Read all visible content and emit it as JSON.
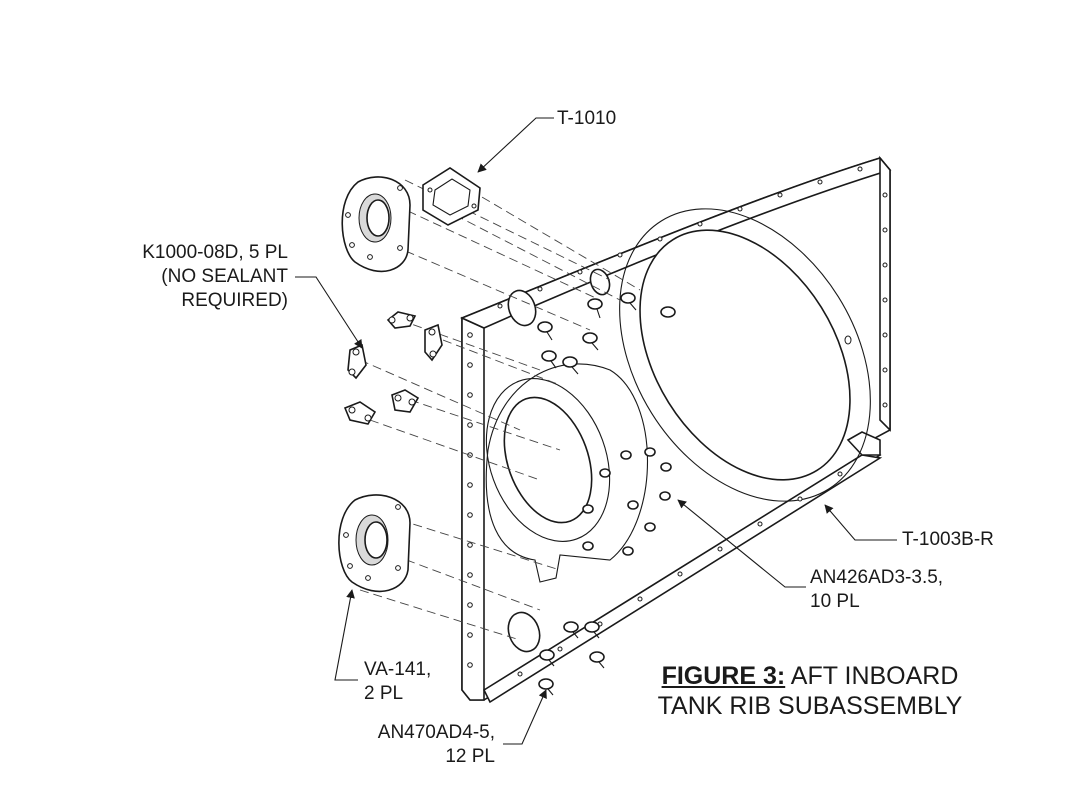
{
  "callouts": {
    "t1010": "T-1010",
    "k1000": [
      "K1000-08D, 5 PL",
      "(NO SEALANT",
      "REQUIRED)"
    ],
    "t1003b": "T-1003B-R",
    "an426": [
      "AN426AD3-3.5,",
      "10 PL"
    ],
    "va141": [
      "VA-141,",
      "2 PL"
    ],
    "an470": [
      "AN470AD4-5,",
      "12 PL"
    ]
  },
  "figure": {
    "label": "FIGURE 3:",
    "title_line1": "AFT INBOARD",
    "title_line2": "TANK RIB SUBASSEMBLY"
  }
}
